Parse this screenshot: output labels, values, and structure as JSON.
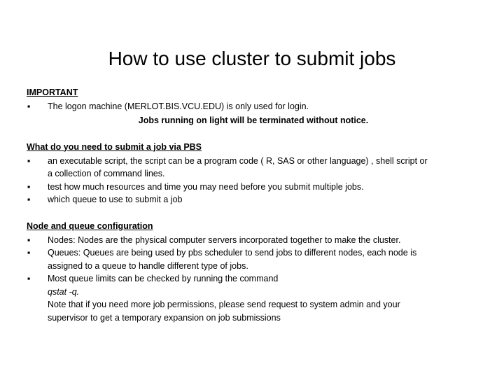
{
  "slide": {
    "title": "How to use cluster to submit jobs",
    "bullet_glyph": "▪",
    "sections": [
      {
        "id": "important",
        "heading": "IMPORTANT",
        "bullets": [
          {
            "lines": [
              "The logon machine (MERLOT.BIS.VCU.EDU) is only used for login."
            ]
          }
        ],
        "emphasis_line": "Jobs running on light will be terminated without notice."
      },
      {
        "id": "what-do-you-need",
        "heading": "What do you need to submit a job via PBS",
        "bullets": [
          {
            "lines": [
              "an executable script, the script can be a program code ( R, SAS or other language) , shell script or",
              "a collection of command lines."
            ]
          },
          {
            "lines": [
              "test how much resources and time you may need before you submit multiple jobs."
            ]
          },
          {
            "lines": [
              "which queue to use to submit a job"
            ]
          }
        ]
      },
      {
        "id": "node-and-queue-configuration",
        "heading": "Node and queue configuration",
        "bullets": [
          {
            "lines": [
              "Nodes: Nodes are the physical computer servers incorporated together to make the cluster."
            ]
          },
          {
            "lines": [
              "Queues: Queues are being used by pbs scheduler to send jobs to different nodes, each node is",
              "assigned to a queue to handle different type of jobs."
            ]
          },
          {
            "lines": [
              "Most queue limits can be checked by running the command"
            ],
            "italic_line": "qstat -q.",
            "extra_lines": [
              "Note that if you need more job permissions, please send request to system admin and your",
              "supervisor to get a temporary expansion on job submissions"
            ]
          }
        ]
      }
    ]
  }
}
